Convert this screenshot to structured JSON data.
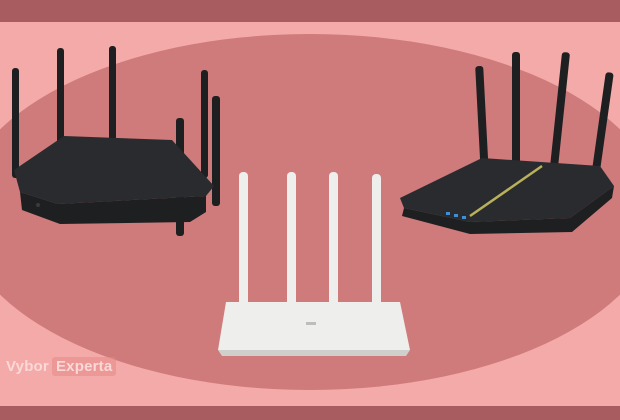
{
  "colors": {
    "band": "#a85c5f",
    "background": "#f3aaa8",
    "ellipse": "#cf7a7b",
    "router_dark": "#1e1f21",
    "router_dark_top": "#2a2b2e",
    "router_white": "#eeeeec",
    "router_white_shadow": "#cfcfcc",
    "asus_accent": "#b9b05a",
    "asus_led": "#3f8fd6"
  },
  "watermark": {
    "left": "Vybor",
    "right": "Experta"
  },
  "objects": [
    {
      "name": "black-router-six-antennas",
      "icon": "router-icon"
    },
    {
      "name": "white-router-four-antennas",
      "icon": "router-icon"
    },
    {
      "name": "asus-router-four-antennas",
      "icon": "router-icon"
    }
  ]
}
